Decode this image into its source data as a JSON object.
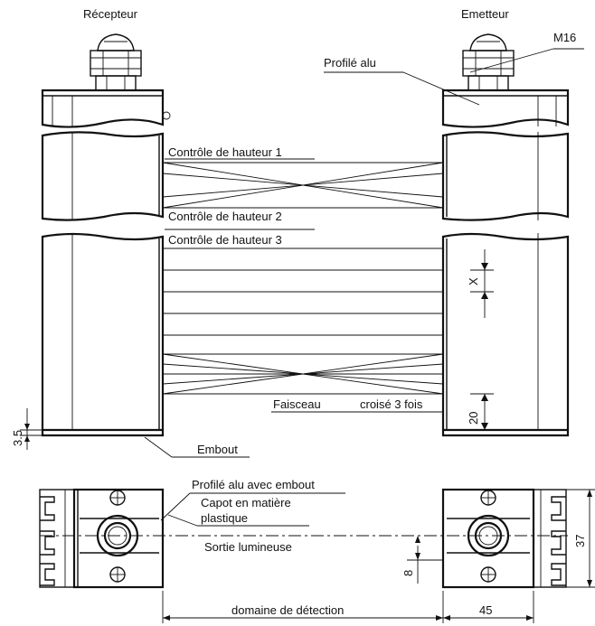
{
  "labels": {
    "receiver": "Récepteur",
    "emitter": "Emetteur",
    "m16": "M16",
    "profile_alu": "Profilé alu",
    "height_control_1": "Contrôle de hauteur 1",
    "height_control_2": "Contrôle de hauteur 2",
    "height_control_3": "Contrôle de hauteur 3",
    "beam": "Faisceau",
    "crossed_3_times": "croisé 3 fois",
    "end_cap": "Embout",
    "profile_with_end_cap": "Profilé alu avec embout",
    "cap_line1": "Capot en matière",
    "cap_line2": "plastique",
    "light_output": "Sortie lumineuse",
    "detection_range": "domaine de détection"
  },
  "dimensions": {
    "x": "X",
    "d20": "20",
    "d35": "3.5",
    "d8": "8",
    "d37": "37",
    "d45": "45"
  }
}
